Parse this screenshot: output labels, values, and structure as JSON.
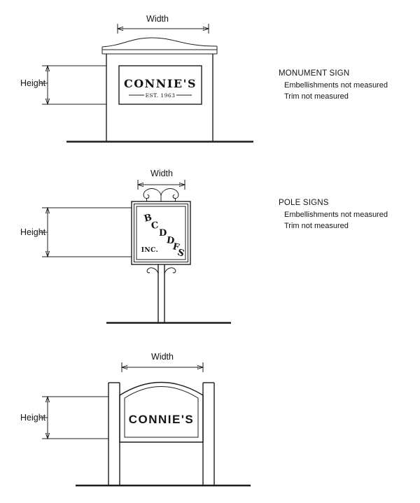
{
  "page": {
    "background_color": "#ffffff",
    "ink_color": "#1c1c1c"
  },
  "monument": {
    "width_label": "Width",
    "height_label": "Height",
    "sign_text": "CONNIE'S",
    "sign_subtext": "EST. 1963",
    "title": "MONUMENT SIGN",
    "notes": [
      "Embellishments not measured",
      "Trim not measured"
    ]
  },
  "pole": {
    "width_label": "Width",
    "height_label": "Height",
    "letters": [
      "B",
      "C",
      "D",
      "D",
      "F",
      "S"
    ],
    "inc_label": "INC.",
    "title": "POLE SIGNS",
    "notes": [
      "Embellishments not measured",
      "Trim not measured"
    ]
  },
  "post": {
    "width_label": "Width",
    "height_label": "Height",
    "sign_text": "CONNIE'S"
  }
}
